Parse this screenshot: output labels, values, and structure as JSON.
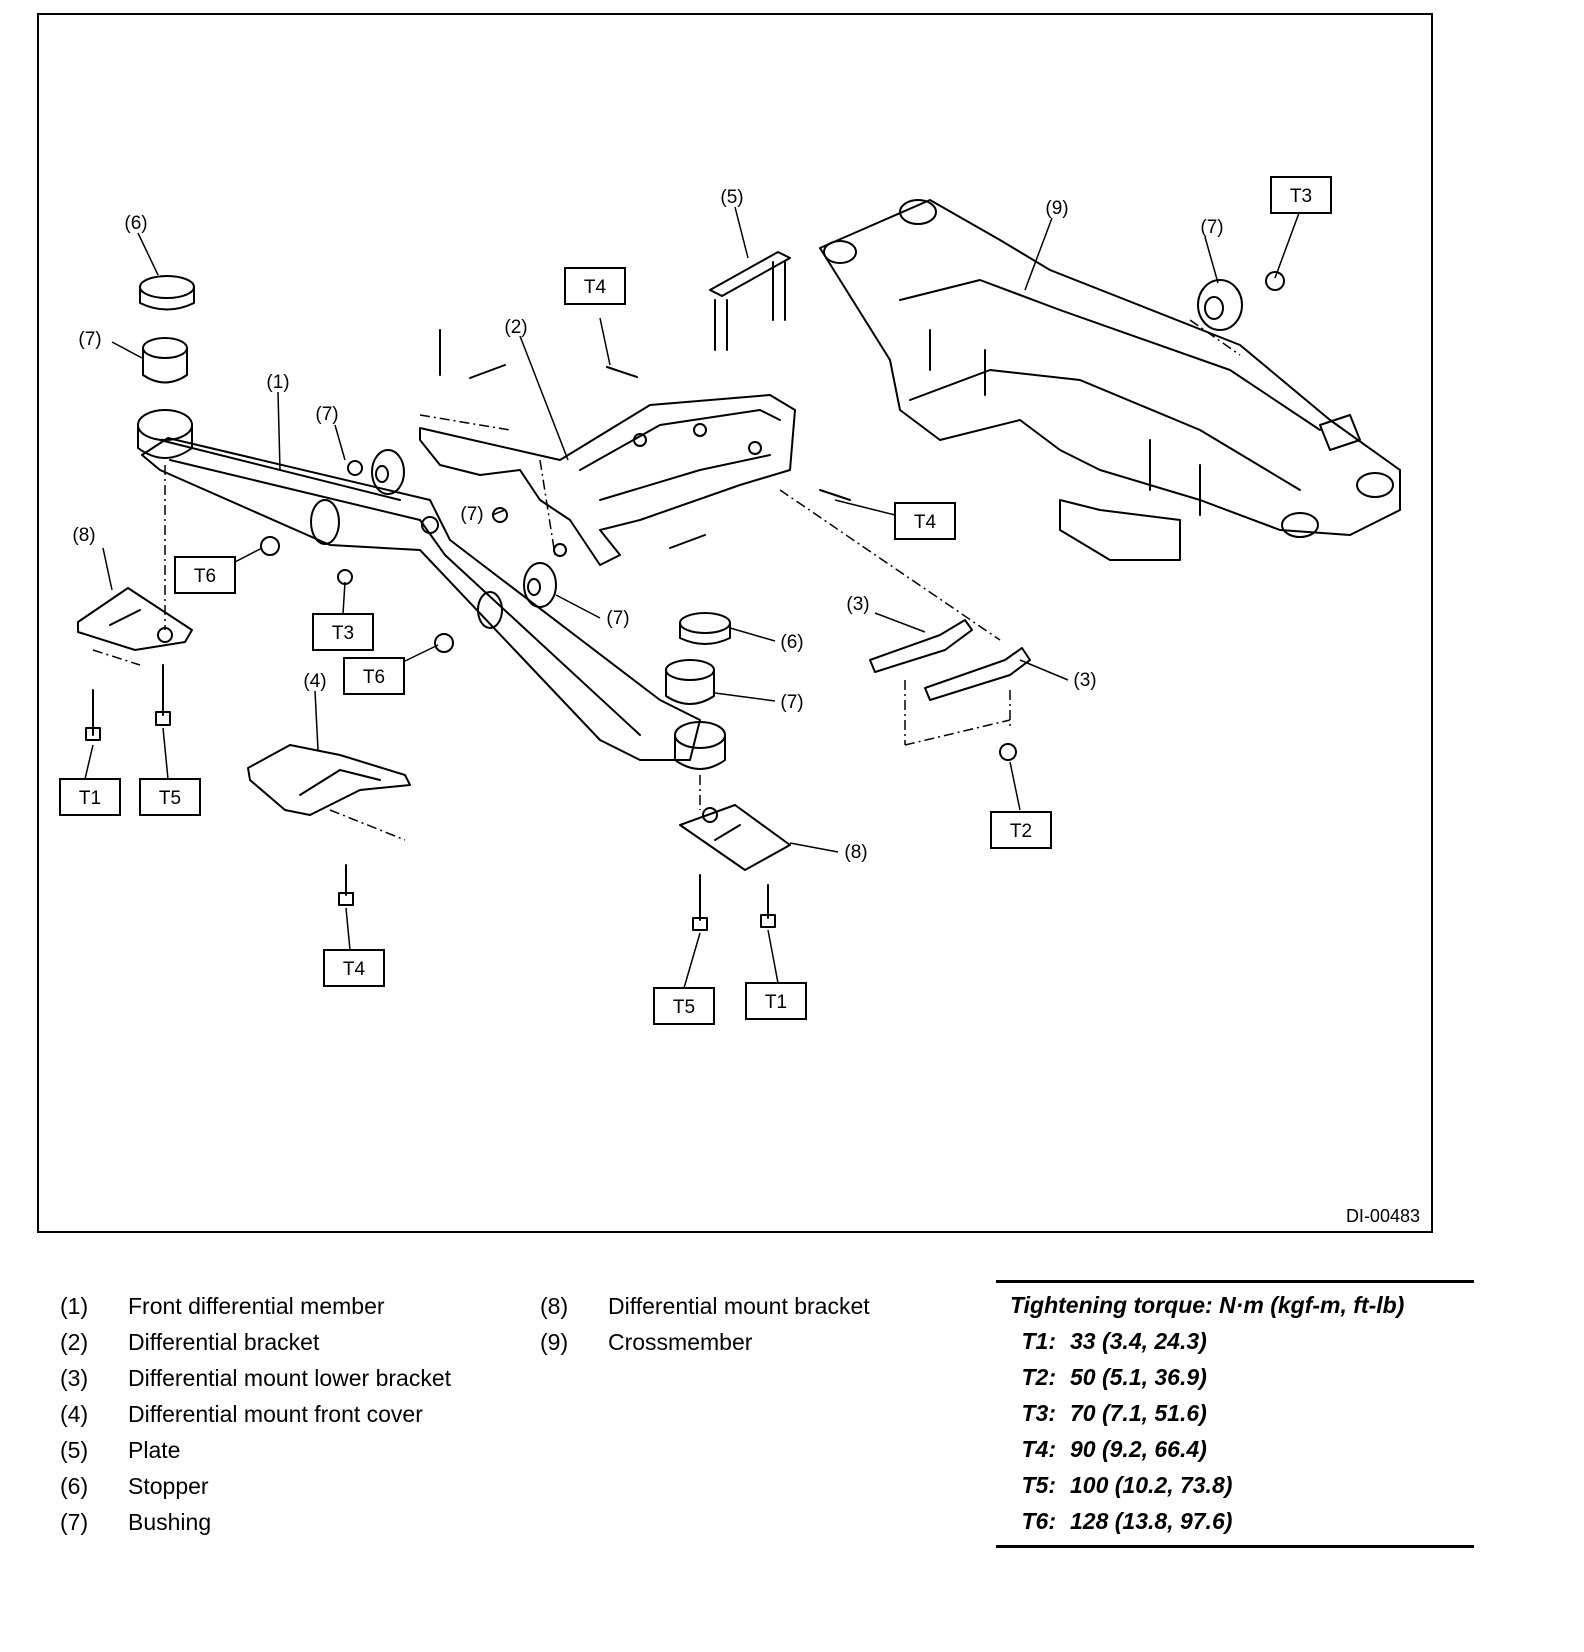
{
  "figure_id": "DI-00483",
  "callouts": {
    "c1": "(1)",
    "c2": "(2)",
    "c3a": "(3)",
    "c3b": "(3)",
    "c4": "(4)",
    "c5": "(5)",
    "c6a": "(6)",
    "c6b": "(6)",
    "c7a": "(7)",
    "c7b": "(7)",
    "c7c": "(7)",
    "c7d": "(7)",
    "c7e": "(7)",
    "c7f": "(7)",
    "c8a": "(8)",
    "c8b": "(8)",
    "c9": "(9)"
  },
  "torque_tags": {
    "t4a": "T4",
    "t3a": "T3",
    "t4b": "T4",
    "t6a": "T6",
    "t3b": "T3",
    "t6b": "T6",
    "t1a": "T1",
    "t5a": "T5",
    "t4c": "T4",
    "t5b": "T5",
    "t1b": "T1",
    "t2": "T2"
  },
  "legend": [
    {
      "num": "(1)",
      "label": "Front differential member"
    },
    {
      "num": "(2)",
      "label": "Differential bracket"
    },
    {
      "num": "(3)",
      "label": "Differential mount lower bracket"
    },
    {
      "num": "(4)",
      "label": "Differential mount front cover"
    },
    {
      "num": "(5)",
      "label": "Plate"
    },
    {
      "num": "(6)",
      "label": "Stopper"
    },
    {
      "num": "(7)",
      "label": "Bushing"
    },
    {
      "num": "(8)",
      "label": "Differential mount bracket"
    },
    {
      "num": "(9)",
      "label": "Crossmember"
    }
  ],
  "torque": {
    "title": "Tightening torque: N·m (kgf-m, ft-lb)",
    "rows": [
      {
        "key": "T1:",
        "value": "33 (3.4, 24.3)"
      },
      {
        "key": "T2:",
        "value": "50 (5.1, 36.9)"
      },
      {
        "key": "T3:",
        "value": "70 (7.1, 51.6)"
      },
      {
        "key": "T4:",
        "value": "90 (9.2, 66.4)"
      },
      {
        "key": "T5:",
        "value": "100 (10.2, 73.8)"
      },
      {
        "key": "T6:",
        "value": "128 (13.8, 97.6)"
      }
    ]
  }
}
